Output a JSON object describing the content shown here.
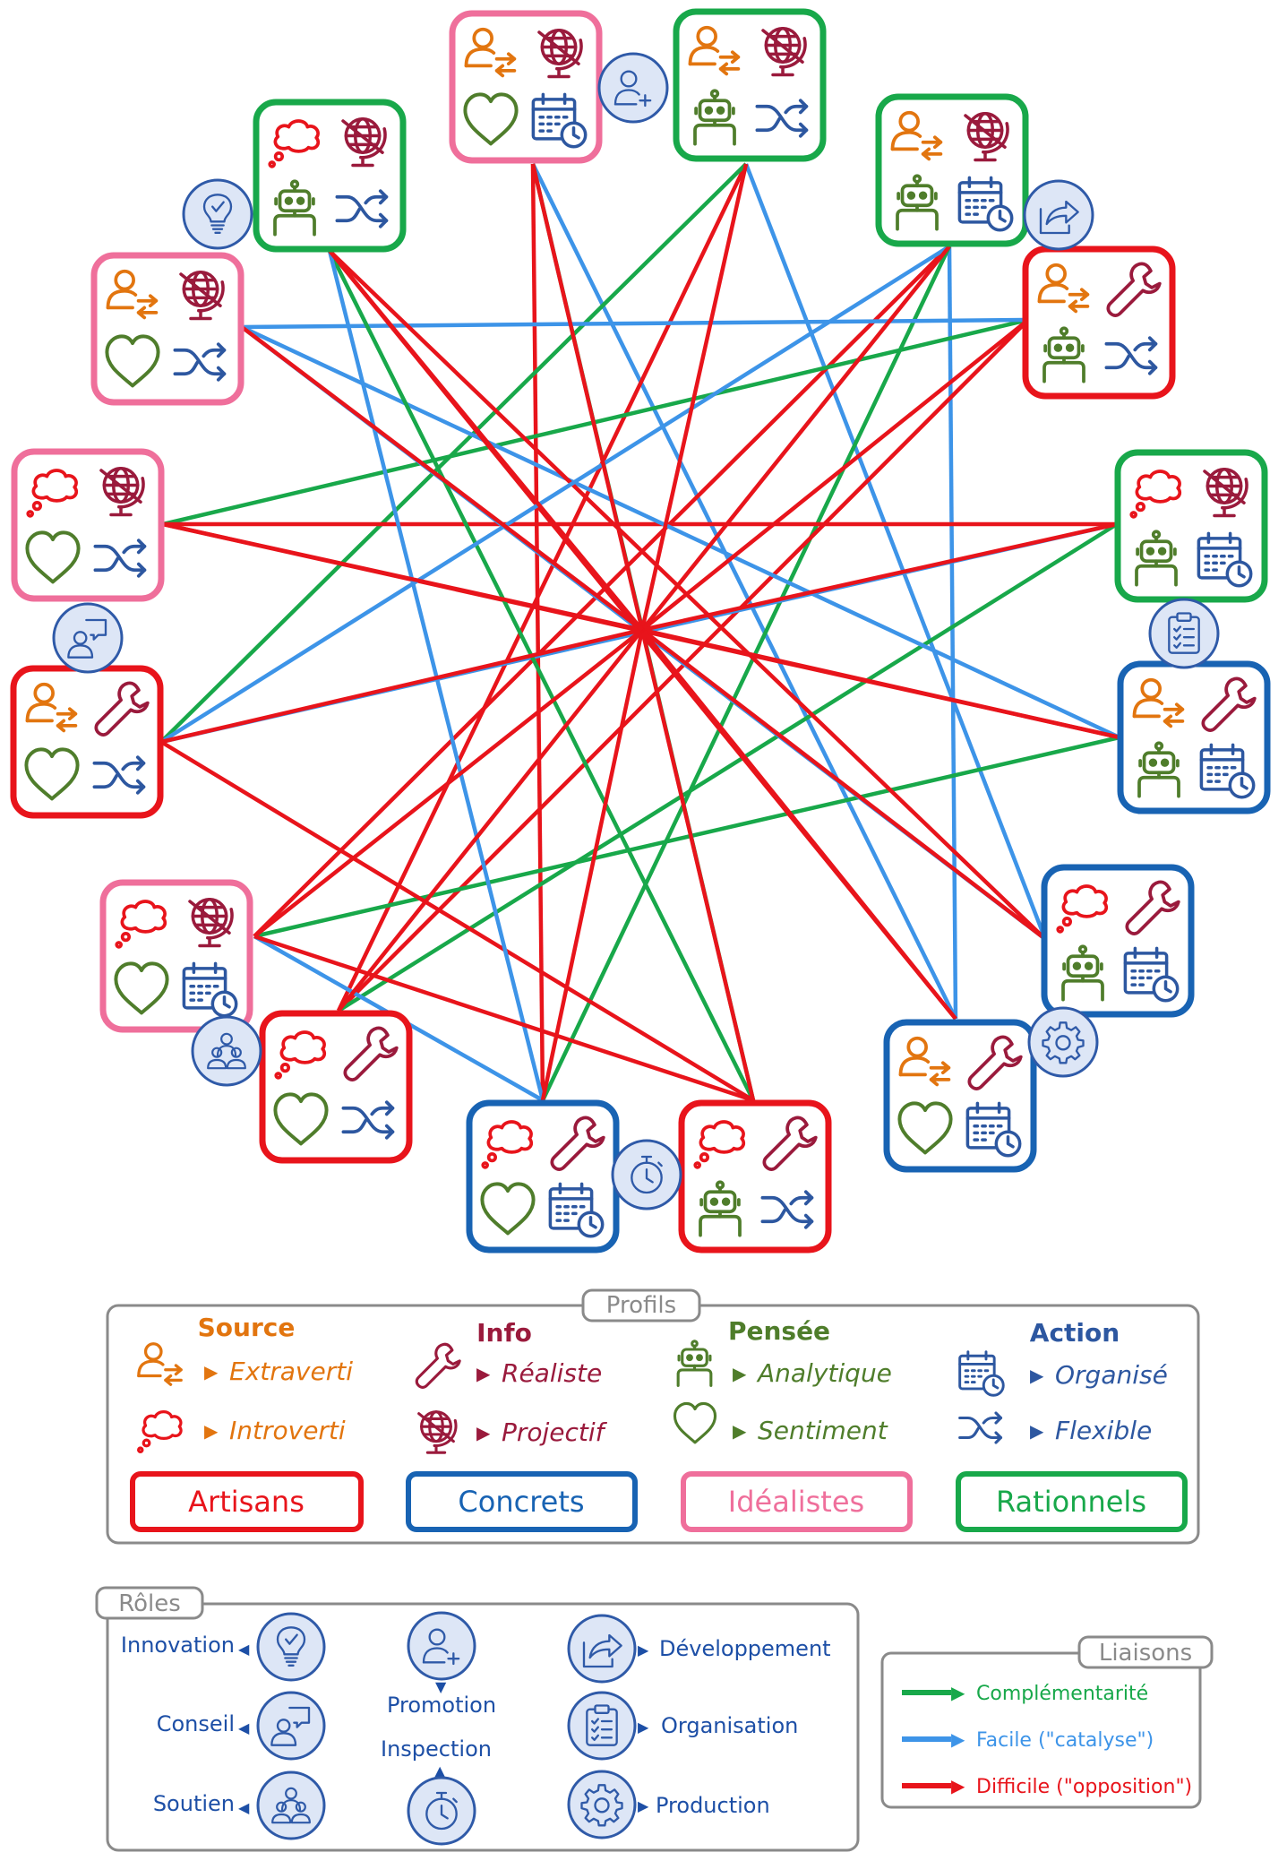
{
  "colors": {
    "artisans": "#e8141b",
    "concrets": "#1863b3",
    "idealistes": "#ef6f9b",
    "rationnels": "#18a84a",
    "complementarite": "#18a84a",
    "facile": "#3d94e8",
    "difficile": "#e8141b",
    "source": "#e2750f",
    "info": "#9a1a3c",
    "pensee": "#4f7d2b",
    "action": "#2d57a0",
    "role_fill": "#dde6f6",
    "role_stroke": "#2f5aa8",
    "role_text": "#1d4fa6",
    "frame": "#8a8a8a"
  },
  "diagram": {
    "profiles": [
      {
        "id": "p1",
        "category": "idealistes",
        "icons": [
          "extraverti-icon",
          "projectif-icon",
          "sentiment-icon",
          "organise-icon"
        ]
      },
      {
        "id": "p2",
        "category": "rationnels",
        "icons": [
          "extraverti-icon",
          "projectif-icon",
          "analytique-icon",
          "flexible-icon"
        ]
      },
      {
        "id": "p3",
        "category": "rationnels",
        "icons": [
          "extraverti-icon",
          "projectif-icon",
          "analytique-icon",
          "organise-icon"
        ]
      },
      {
        "id": "p4",
        "category": "artisans",
        "icons": [
          "extraverti-icon",
          "realiste-icon",
          "analytique-icon",
          "flexible-icon"
        ]
      },
      {
        "id": "p5",
        "category": "rationnels",
        "icons": [
          "introverti-icon",
          "projectif-icon",
          "analytique-icon",
          "organise-icon"
        ]
      },
      {
        "id": "p6",
        "category": "concrets",
        "icons": [
          "extraverti-icon",
          "realiste-icon",
          "analytique-icon",
          "organise-icon"
        ]
      },
      {
        "id": "p7",
        "category": "concrets",
        "icons": [
          "introverti-icon",
          "realiste-icon",
          "analytique-icon",
          "organise-icon"
        ]
      },
      {
        "id": "p8",
        "category": "concrets",
        "icons": [
          "extraverti-icon",
          "realiste-icon",
          "sentiment-icon",
          "organise-icon"
        ]
      },
      {
        "id": "p9",
        "category": "artisans",
        "icons": [
          "introverti-icon",
          "realiste-icon",
          "analytique-icon",
          "flexible-icon"
        ]
      },
      {
        "id": "p10",
        "category": "concrets",
        "icons": [
          "introverti-icon",
          "realiste-icon",
          "sentiment-icon",
          "organise-icon"
        ]
      },
      {
        "id": "p11",
        "category": "artisans",
        "icons": [
          "introverti-icon",
          "realiste-icon",
          "sentiment-icon",
          "flexible-icon"
        ]
      },
      {
        "id": "p12",
        "category": "idealistes",
        "icons": [
          "introverti-icon",
          "projectif-icon",
          "sentiment-icon",
          "organise-icon"
        ]
      },
      {
        "id": "p13",
        "category": "artisans",
        "icons": [
          "extraverti-icon",
          "realiste-icon",
          "sentiment-icon",
          "flexible-icon"
        ]
      },
      {
        "id": "p14",
        "category": "idealistes",
        "icons": [
          "introverti-icon",
          "projectif-icon",
          "sentiment-icon",
          "flexible-icon"
        ]
      },
      {
        "id": "p15",
        "category": "idealistes",
        "icons": [
          "extraverti-icon",
          "projectif-icon",
          "sentiment-icon",
          "flexible-icon"
        ]
      },
      {
        "id": "p16",
        "category": "rationnels",
        "icons": [
          "introverti-icon",
          "projectif-icon",
          "analytique-icon",
          "flexible-icon"
        ]
      }
    ],
    "links": [
      {
        "from": "p1",
        "to": "p8",
        "type": "facile"
      },
      {
        "from": "p1",
        "to": "p9",
        "type": "complementarite"
      },
      {
        "from": "p1",
        "to": "p10",
        "type": "difficile"
      },
      {
        "from": "p2",
        "to": "p7",
        "type": "facile"
      },
      {
        "from": "p2",
        "to": "p11",
        "type": "difficile"
      },
      {
        "from": "p2",
        "to": "p13",
        "type": "complementarite"
      },
      {
        "from": "p3",
        "to": "p8",
        "type": "facile"
      },
      {
        "from": "p3",
        "to": "p10",
        "type": "complementarite"
      },
      {
        "from": "p3",
        "to": "p12",
        "type": "difficile"
      },
      {
        "from": "p4",
        "to": "p14",
        "type": "complementarite"
      },
      {
        "from": "p4",
        "to": "p15",
        "type": "facile"
      },
      {
        "from": "p4",
        "to": "p11",
        "type": "difficile"
      },
      {
        "from": "p5",
        "to": "p13",
        "type": "facile"
      },
      {
        "from": "p5",
        "to": "p14",
        "type": "difficile"
      },
      {
        "from": "p5",
        "to": "p11",
        "type": "complementarite"
      },
      {
        "from": "p6",
        "to": "p15",
        "type": "facile"
      },
      {
        "from": "p6",
        "to": "p12",
        "type": "complementarite"
      },
      {
        "from": "p6",
        "to": "p14",
        "type": "difficile"
      },
      {
        "from": "p7",
        "to": "p15",
        "type": "facile"
      },
      {
        "from": "p7",
        "to": "p16",
        "type": "difficile"
      },
      {
        "from": "p8",
        "to": "p16",
        "type": "difficile"
      },
      {
        "from": "p9",
        "to": "p16",
        "type": "complementarite"
      },
      {
        "from": "p9",
        "to": "p13",
        "type": "difficile"
      },
      {
        "from": "p10",
        "to": "p16",
        "type": "facile"
      },
      {
        "from": "p12",
        "to": "p10",
        "type": "facile"
      },
      {
        "from": "p12",
        "to": "p9",
        "type": "difficile"
      },
      {
        "from": "p13",
        "to": "p3",
        "type": "facile"
      }
    ],
    "roles": [
      {
        "id": "r-innovation",
        "icon": "lightbulb-check-icon"
      },
      {
        "id": "r-promotion",
        "icon": "user-plus-icon"
      },
      {
        "id": "r-developpement",
        "icon": "share-arrow-icon"
      },
      {
        "id": "r-organisation",
        "icon": "clipboard-list-icon"
      },
      {
        "id": "r-production",
        "icon": "gear-icon"
      },
      {
        "id": "r-inspection",
        "icon": "stopwatch-icon"
      },
      {
        "id": "r-soutien",
        "icon": "users-group-icon"
      },
      {
        "id": "r-conseil",
        "icon": "user-speech-icon"
      }
    ]
  },
  "profils_legend": {
    "title": "Profils",
    "groups": [
      {
        "heading": "Source",
        "color": "source",
        "items": [
          {
            "icon": "extraverti-icon",
            "label": "Extraverti"
          },
          {
            "icon": "introverti-icon",
            "label": "Introverti"
          }
        ]
      },
      {
        "heading": "Info",
        "color": "info",
        "items": [
          {
            "icon": "realiste-icon",
            "label": "Réaliste"
          },
          {
            "icon": "projectif-icon",
            "label": "Projectif"
          }
        ]
      },
      {
        "heading": "Pensée",
        "color": "pensee",
        "items": [
          {
            "icon": "analytique-icon",
            "label": "Analytique"
          },
          {
            "icon": "sentiment-icon",
            "label": "Sentiment"
          }
        ]
      },
      {
        "heading": "Action",
        "color": "action",
        "items": [
          {
            "icon": "organise-icon",
            "label": "Organisé"
          },
          {
            "icon": "flexible-icon",
            "label": "Flexible"
          }
        ]
      }
    ],
    "categories": [
      {
        "key": "artisans",
        "label": "Artisans"
      },
      {
        "key": "concrets",
        "label": "Concrets"
      },
      {
        "key": "idealistes",
        "label": "Idéalistes"
      },
      {
        "key": "rationnels",
        "label": "Rationnels"
      }
    ]
  },
  "roles_legend": {
    "title": "Rôles",
    "items": [
      {
        "icon": "lightbulb-check-icon",
        "label": "Innovation"
      },
      {
        "icon": "user-speech-icon",
        "label": "Conseil"
      },
      {
        "icon": "users-group-icon",
        "label": "Soutien"
      },
      {
        "icon": "user-plus-icon",
        "label": "Promotion"
      },
      {
        "icon": "stopwatch-icon",
        "label": "Inspection"
      },
      {
        "icon": "share-arrow-icon",
        "label": "Développement"
      },
      {
        "icon": "clipboard-list-icon",
        "label": "Organisation"
      },
      {
        "icon": "gear-icon",
        "label": "Production"
      }
    ]
  },
  "liaisons_legend": {
    "title": "Liaisons",
    "items": [
      {
        "type": "complementarite",
        "label": "Complémentarité"
      },
      {
        "type": "facile",
        "label": "Facile (\"catalyse\")"
      },
      {
        "type": "difficile",
        "label": "Difficile (\"opposition\")"
      }
    ]
  }
}
